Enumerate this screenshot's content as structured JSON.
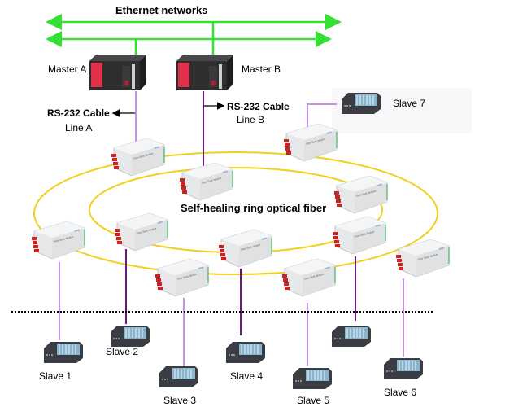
{
  "title": "Ethernet networks",
  "ring_label": "Self-healing ring optical fiber",
  "masters": [
    {
      "label": "Master A"
    },
    {
      "label": "Master B"
    }
  ],
  "cables": [
    {
      "label": "RS-232 Cable",
      "line": "Line A"
    },
    {
      "label": "RS-232 Cable",
      "line": "Line B"
    }
  ],
  "slaves": [
    {
      "label": "Slave 1"
    },
    {
      "label": "Slave 2"
    },
    {
      "label": "Slave 3"
    },
    {
      "label": "Slave 4"
    },
    {
      "label": "Slave 5"
    },
    {
      "label": "Slave 6"
    },
    {
      "label": "Slave 7"
    }
  ],
  "colors": {
    "ethernet": "#33e033",
    "fiber": "#f0d020",
    "cable_light": "#c890e8",
    "cable_dark": "#6a1a7a",
    "plc_red": "#e0304a",
    "plc_body": "#2e2e30",
    "module_body": "#eceef0",
    "module_port": "#d02020"
  }
}
